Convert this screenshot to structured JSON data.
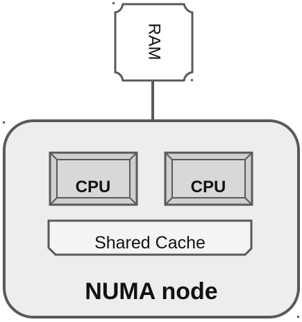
{
  "ram": {
    "label": "RAM"
  },
  "numa_node": {
    "label": "NUMA node",
    "cpus": [
      {
        "label": "CPU"
      },
      {
        "label": "CPU"
      }
    ],
    "cache": {
      "label": "Shared Cache"
    }
  },
  "colors": {
    "stroke": "#595959",
    "node_fill": "#ededed",
    "cpu_fill": "#cfcfcf",
    "cache_fill": "#f4f4f4",
    "ram_fill": "#ffffff"
  }
}
